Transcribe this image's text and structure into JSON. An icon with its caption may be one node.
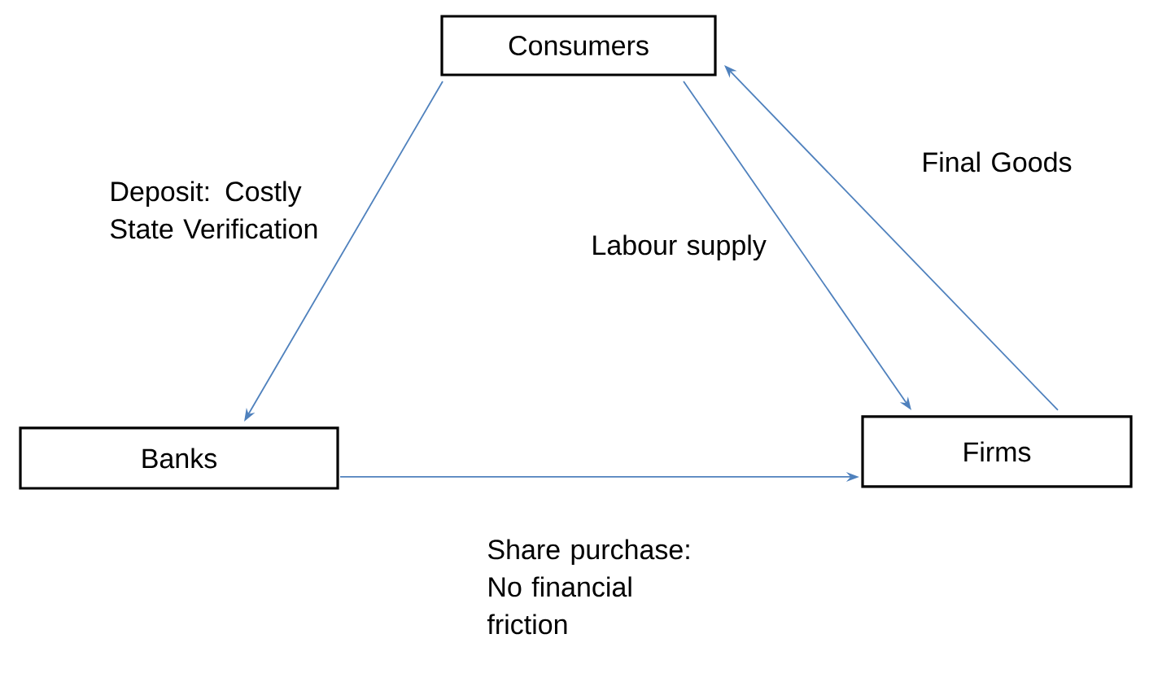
{
  "diagram": {
    "nodes": [
      {
        "text": [
          "Consumers"
        ]
      },
      {
        "text": [
          "Banks"
        ]
      },
      {
        "text": [
          "Firms"
        ]
      }
    ],
    "edges": [
      {
        "from": 0,
        "to": 1,
        "arrow": "to",
        "label": "Deposit: Costly State Verification"
      },
      {
        "from": 0,
        "to": 2,
        "arrow": "to",
        "label": "Labour supply"
      },
      {
        "from": 2,
        "to": 0,
        "arrow": "to",
        "label": "Final Goods"
      },
      {
        "from": 1,
        "to": 2,
        "arrow": "to",
        "label": "Share purchase: No financial friction"
      }
    ]
  }
}
